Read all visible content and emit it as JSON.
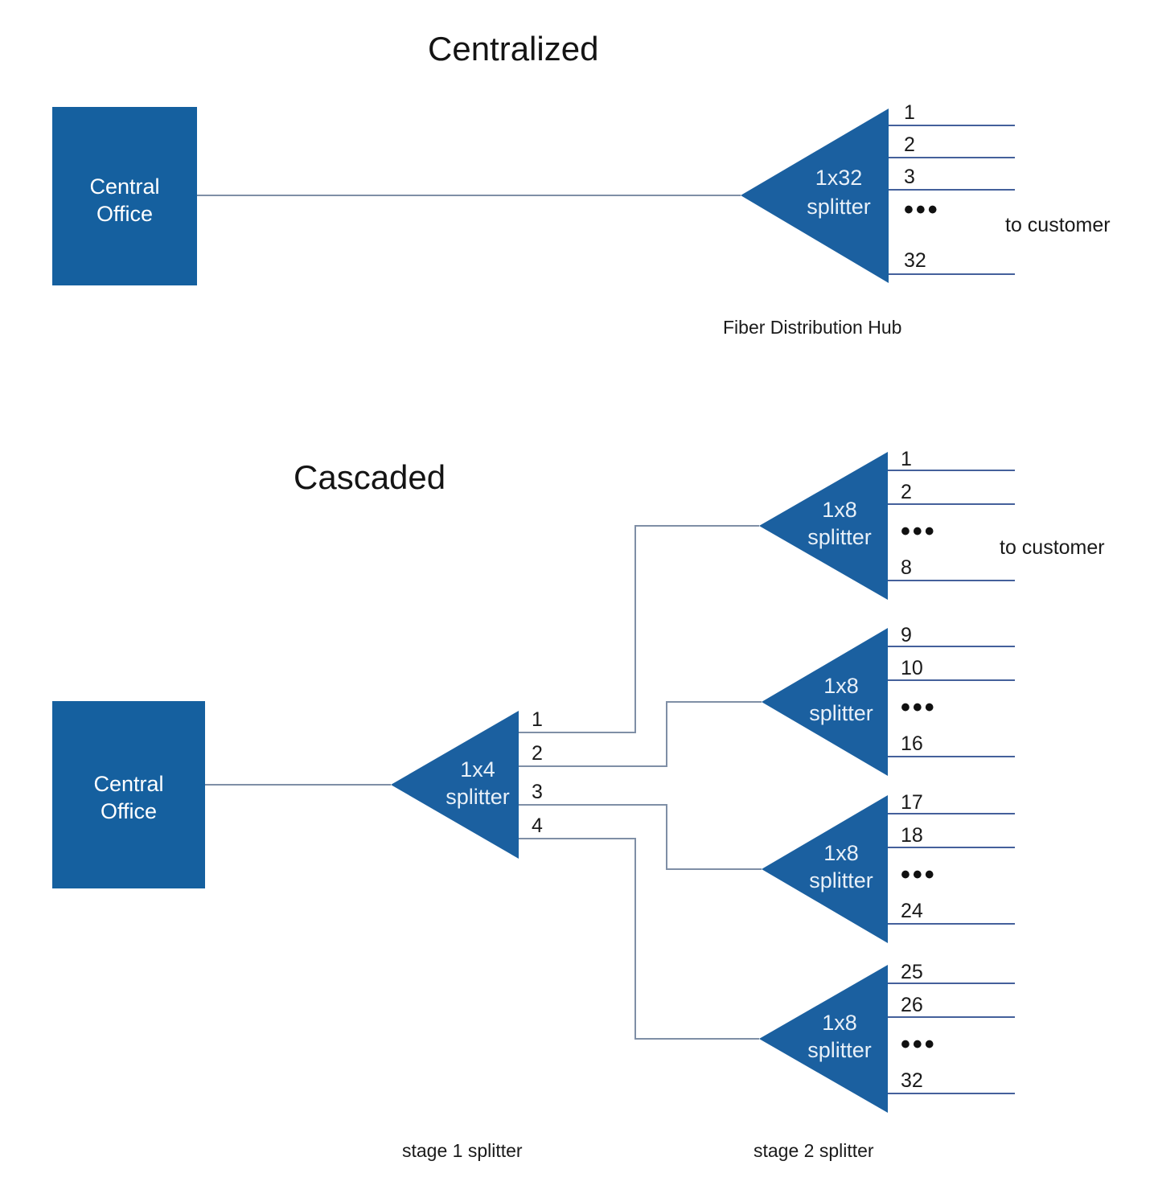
{
  "colors": {
    "splitter_blue": "#1B60A0",
    "box_blue": "#15609F",
    "line_gray": "#7F8FA6",
    "line_blue": "#3A6FA8",
    "text_dark": "#141414",
    "text_white": "#FFFFFF",
    "background": "#FFFFFF"
  },
  "diagrams": [
    {
      "id": "centralized",
      "title": "Centralized",
      "source": {
        "label_line1": "Central",
        "label_line2": "Office"
      },
      "splitter": {
        "label_line1": "1x32",
        "label_line2": "splitter",
        "ports": [
          "1",
          "2",
          "3",
          "•••",
          "32"
        ],
        "caption": "Fiber Distribution Hub"
      },
      "destination_label": "to customer"
    },
    {
      "id": "cascaded",
      "title": "Cascaded",
      "source": {
        "label_line1": "Central",
        "label_line2": "Office"
      },
      "stage1": {
        "label_line1": "1x4",
        "label_line2": "splitter",
        "ports": [
          "1",
          "2",
          "3",
          "4"
        ],
        "caption": "stage 1 splitter"
      },
      "stage2": {
        "caption": "stage 2 splitter",
        "splitters": [
          {
            "label_line1": "1x8",
            "label_line2": "splitter",
            "ports": [
              "1",
              "2",
              "•••",
              "8"
            ]
          },
          {
            "label_line1": "1x8",
            "label_line2": "splitter",
            "ports": [
              "9",
              "10",
              "•••",
              "16"
            ]
          },
          {
            "label_line1": "1x8",
            "label_line2": "splitter",
            "ports": [
              "17",
              "18",
              "•••",
              "24"
            ]
          },
          {
            "label_line1": "1x8",
            "label_line2": "splitter",
            "ports": [
              "25",
              "26",
              "•••",
              "32"
            ]
          }
        ]
      },
      "destination_label": "to customer"
    }
  ]
}
